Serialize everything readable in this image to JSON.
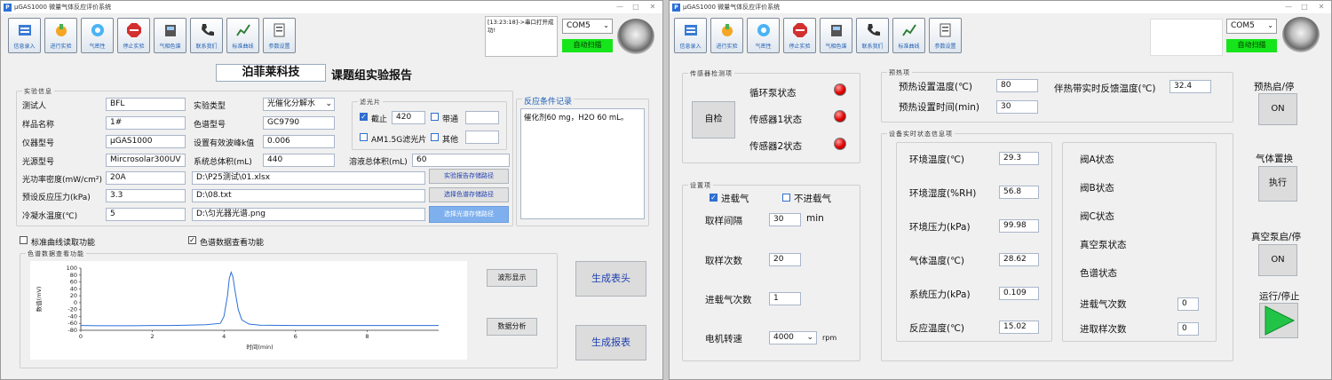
{
  "window1": {
    "title": "μGAS1000 微量气体反应评价系统",
    "toolbar": [
      {
        "label": "信息录入",
        "icon": "info-entry-icon"
      },
      {
        "label": "进行实验",
        "icon": "run-experiment-icon"
      },
      {
        "label": "气密性",
        "icon": "airtight-icon"
      },
      {
        "label": "停止实验",
        "icon": "stop-icon"
      },
      {
        "label": "气相色谱",
        "icon": "gas-chromatography-icon"
      },
      {
        "label": "联系我们",
        "icon": "phone-icon"
      },
      {
        "label": "标准曲线",
        "icon": "chart-line-icon"
      },
      {
        "label": "参数设置",
        "icon": "settings-doc-icon"
      }
    ],
    "log_text": "[13:23:18]->串口打开成功!",
    "com_port": "COM5",
    "auto_scan": "自动扫描",
    "report_company": "泊菲莱科技",
    "report_suffix": "课题组实验报告",
    "exp_info": {
      "title": "实验信息",
      "tester_label": "测试人",
      "tester": "BFL",
      "exp_type_label": "实验类型",
      "exp_type": "光催化分解水",
      "sample_label": "样品名称",
      "sample": "1#",
      "gc_label": "色谱型号",
      "gc": "GC9790",
      "instrument_label": "仪器型号",
      "instrument": "μGAS1000",
      "wavelength_label": "设置有效波峰k值",
      "wavelength": "0.006",
      "light_label": "光源型号",
      "light": "Mircrosolar300UV",
      "sysvol_label": "系统总体积(mL)",
      "sysvol": "440",
      "solvol_label": "溶液总体积(mL)",
      "solvol": "60",
      "power_label": "光功率密度(mW/cm²)",
      "power": "20A",
      "pressure_label": "预设反应压力(kPa)",
      "pressure": "3.3",
      "cond_label": "冷凝水温度(℃)",
      "cond": "5",
      "path1": "D:\\P25测试\\01.xlsx",
      "path2": "D:\\08.txt",
      "path3": "D:\\匀光器光谱.png",
      "btn1": "实验报告存储路径",
      "btn2": "选择色谱存储路径",
      "btn3": "选择光谱存储路径"
    },
    "filter": {
      "title": "滤光片",
      "cutoff_label": "截止",
      "cutoff_value": "420",
      "bandpass_label": "带通",
      "bandpass_value": "",
      "am_label": "AM1.5G滤光片",
      "other_label": "其他",
      "other_value": ""
    },
    "reaction": {
      "title": "反应条件记录",
      "text": "催化剂60 mg，H2O 60 mL。"
    },
    "std_curve_label": "标准曲线读取功能",
    "gc_view_label": "色谱数据查看功能",
    "chart_panel_title": "色谱数据查看功能",
    "wave_btn": "波形显示",
    "analysis_btn": "数据分析",
    "gen_header": "生成表头",
    "gen_report": "生成报表",
    "chart_data": {
      "type": "line",
      "title": "",
      "xlabel": "时间(min)",
      "ylabel": "数值(mV)",
      "xlim": [
        0,
        10
      ],
      "ylim": [
        -80,
        100
      ],
      "xticks": [
        0,
        2,
        4,
        6,
        8
      ],
      "yticks": [
        100,
        80,
        60,
        40,
        20,
        0,
        -20,
        -40,
        -60,
        -80
      ],
      "series": [
        {
          "x": [
            0,
            0.5,
            1,
            1.5,
            2,
            2.5,
            3,
            3.5,
            3.9,
            4.0,
            4.1,
            4.15,
            4.2,
            4.25,
            4.3,
            4.4,
            4.5,
            4.7,
            5,
            6,
            7,
            8,
            9,
            10
          ],
          "y": [
            -66,
            -67,
            -67,
            -67,
            -66,
            -66,
            -65,
            -64,
            -60,
            -40,
            20,
            70,
            88,
            75,
            40,
            -20,
            -50,
            -62,
            -65,
            -66,
            -66,
            -66,
            -66,
            -66
          ]
        }
      ]
    }
  },
  "window2": {
    "title": "μGAS1000 微量气体反应评价系统",
    "com_port": "COM5",
    "auto_scan": "自动扫描",
    "sensor": {
      "title": "传感器检测项",
      "self_check": "自检",
      "items": [
        "循环泵状态",
        "传感器1状态",
        "传感器2状态"
      ]
    },
    "settings": {
      "title": "设置项",
      "inlet_label": "进载气",
      "no_inlet_label": "不进载气",
      "interval_label": "取样间隔",
      "interval_value": "30",
      "interval_unit": "min",
      "count_label": "取样次数",
      "count_value": "20",
      "inlet_count_label": "进载气次数",
      "inlet_count_value": "1",
      "motor_label": "电机转速",
      "motor_value": "4000",
      "motor_unit": "rpm"
    },
    "preheat": {
      "title": "预热项",
      "temp_label": "预热设置温度(℃)",
      "temp_value": "80",
      "time_label": "预热设置时间(min)",
      "time_value": "30",
      "feedback_label": "伴热带实时反馈温度(℃)",
      "feedback_value": "32.4"
    },
    "realtime": {
      "title": "设备实时状态信息项",
      "left": [
        {
          "label": "环境温度(℃)",
          "value": "29.3"
        },
        {
          "label": "环境湿度(%RH)",
          "value": "56.8"
        },
        {
          "label": "环境压力(kPa)",
          "value": "99.98"
        },
        {
          "label": "气体温度(℃)",
          "value": "28.62"
        },
        {
          "label": "系统压力(kPa)",
          "value": "0.109"
        },
        {
          "label": "反应温度(℃)",
          "value": "15.02"
        }
      ],
      "right": [
        "阀A状态",
        "阀B状态",
        "阀C状态",
        "真空泵状态",
        "色谱状态"
      ],
      "inlet_count_label": "进载气次数",
      "inlet_count_value": "0",
      "inlet_sample_label": "进取样次数",
      "inlet_sample_value": "0"
    },
    "controls": {
      "preheat_label": "预热启/停",
      "preheat_btn": "ON",
      "gas_label": "气体置换",
      "gas_btn": "执行",
      "vacuum_label": "真空泵启/停",
      "vacuum_btn": "ON",
      "run_label": "运行/停止"
    }
  }
}
